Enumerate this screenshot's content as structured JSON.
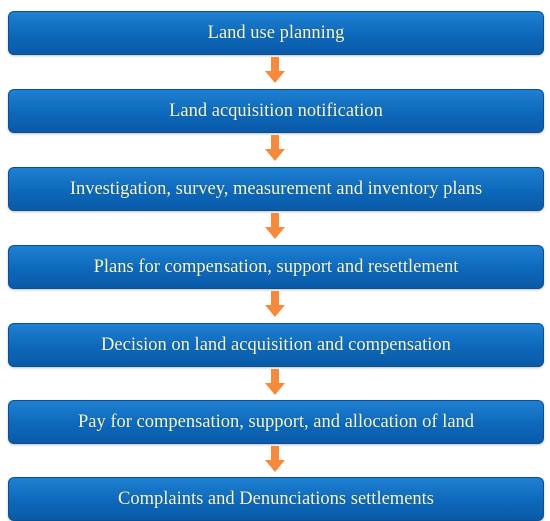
{
  "flowchart": {
    "steps": [
      {
        "label": "Land use planning"
      },
      {
        "label": "Land acquisition notification"
      },
      {
        "label": "Investigation, survey, measurement and inventory plans"
      },
      {
        "label": "Plans for compensation, support and resettlement"
      },
      {
        "label": "Decision on land acquisition and compensation"
      },
      {
        "label": "Pay for compensation, support, and allocation of land"
      },
      {
        "label": "Complaints and Denunciations settlements"
      }
    ],
    "colors": {
      "box_fill": "#0d68bb",
      "box_text": "#f7f7c4",
      "arrow": "#f58a3c"
    }
  }
}
